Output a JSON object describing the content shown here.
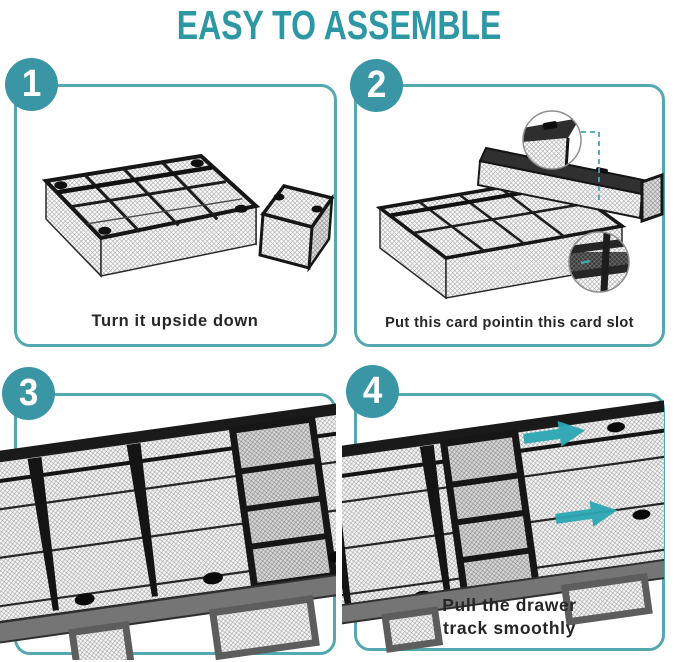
{
  "title": "EASY TO ASSEMBLE",
  "steps": [
    {
      "number": "1",
      "caption": "Turn it upside down"
    },
    {
      "number": "2",
      "caption": "Put this card pointin this card slot"
    },
    {
      "number": "3",
      "caption": ""
    },
    {
      "number": "4",
      "caption": "Pull the drawer\ntrack smoothly"
    }
  ],
  "colors": {
    "accent_teal": "#2E97A4",
    "badge_teal": "#3A96A4",
    "panel_border_teal": "#54A9B1",
    "caption_text": "#262626",
    "arrow_teal": "#2BA7B4",
    "guide_dash_teal": "#3FA9B2"
  },
  "icons": {
    "magnifier_inset": "magnifier-inset",
    "pull_arrow": "pull-direction-arrow",
    "step_badge": "numbered-circle"
  }
}
